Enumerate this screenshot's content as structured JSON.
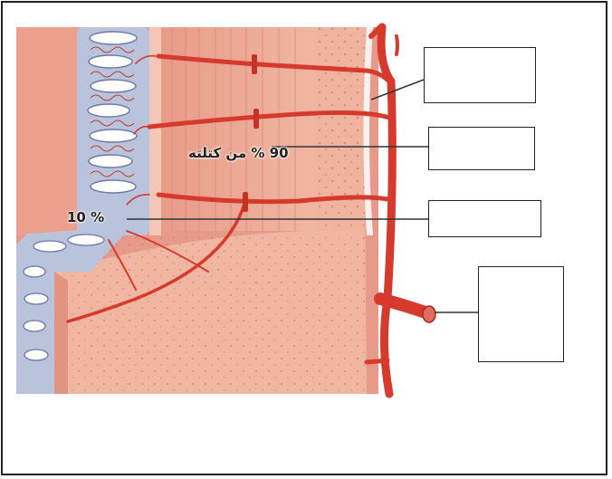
{
  "annotations": {
    "upper_percent": "90 % من كتلته",
    "lower_percent": "% 10"
  },
  "answer_boxes": [
    {
      "name": "box-1",
      "value": ""
    },
    {
      "name": "box-2",
      "value": ""
    },
    {
      "name": "box-3",
      "value": ""
    },
    {
      "name": "box-4",
      "value": ""
    }
  ],
  "colors": {
    "muscle": "#e9a18e",
    "muscle_light": "#f1b9a6",
    "mucosa": "#b9c3dc",
    "artery": "#d63a2c",
    "outline": "#222222"
  }
}
